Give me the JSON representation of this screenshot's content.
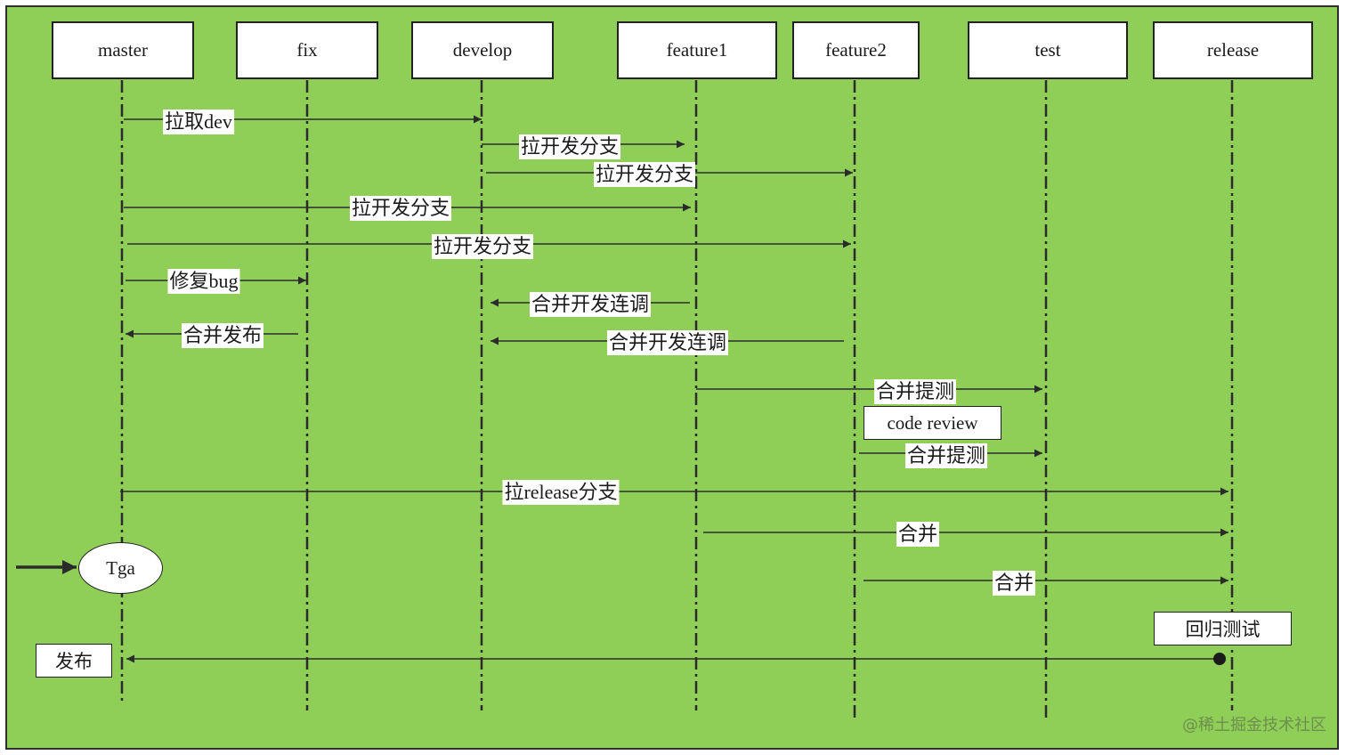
{
  "lanes": [
    "master",
    "fix",
    "develop",
    "feature1",
    "feature2",
    "test",
    "release"
  ],
  "messages": [
    {
      "label": "拉取dev"
    },
    {
      "label": "拉开发分支"
    },
    {
      "label": "拉开发分支"
    },
    {
      "label": "拉开发分支"
    },
    {
      "label": "拉开发分支"
    },
    {
      "label": "修复bug"
    },
    {
      "label": "合并开发连调"
    },
    {
      "label": "合并发布"
    },
    {
      "label": "合并开发连调"
    },
    {
      "label": "合并提测"
    },
    {
      "label": "合并提测"
    },
    {
      "label": "拉release分支"
    },
    {
      "label": "合并"
    },
    {
      "label": "合并"
    },
    {
      "label": ""
    }
  ],
  "notes": {
    "code_review": "code review",
    "regression_test": "回归测试",
    "publish": "发布"
  },
  "tag": "Tga",
  "watermark": "@稀土掘金技术社区",
  "colors": {
    "background": "#8fce57",
    "line": "#2b2b2b",
    "box": "#ffffff"
  }
}
